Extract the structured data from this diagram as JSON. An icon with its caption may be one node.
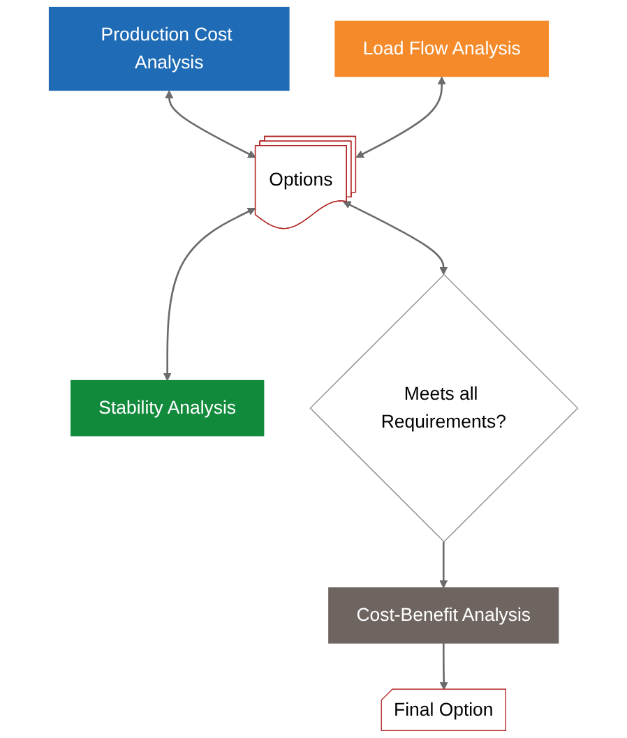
{
  "diagram": {
    "nodes": [
      {
        "text": [
          "Production Cost Analysis"
        ]
      },
      {
        "text": [
          "Load Flow Analysis"
        ]
      },
      {
        "text": [
          "Options"
        ]
      },
      {
        "text": [
          "Stability Analysis"
        ]
      },
      {
        "text": [
          "Meets all Requirements?"
        ]
      },
      {
        "text": [
          "Cost-Benefit Analysis"
        ]
      },
      {
        "text": [
          "Final Option"
        ]
      }
    ],
    "edges": [
      {
        "from": 0,
        "to": 2,
        "arrow": "both"
      },
      {
        "from": 1,
        "to": 2,
        "arrow": "both"
      },
      {
        "from": 2,
        "to": 3,
        "arrow": "both"
      },
      {
        "from": 2,
        "to": 4,
        "arrow": "both"
      },
      {
        "from": 4,
        "to": 5,
        "arrow": "to"
      },
      {
        "from": 5,
        "to": 6,
        "arrow": "to"
      }
    ]
  }
}
